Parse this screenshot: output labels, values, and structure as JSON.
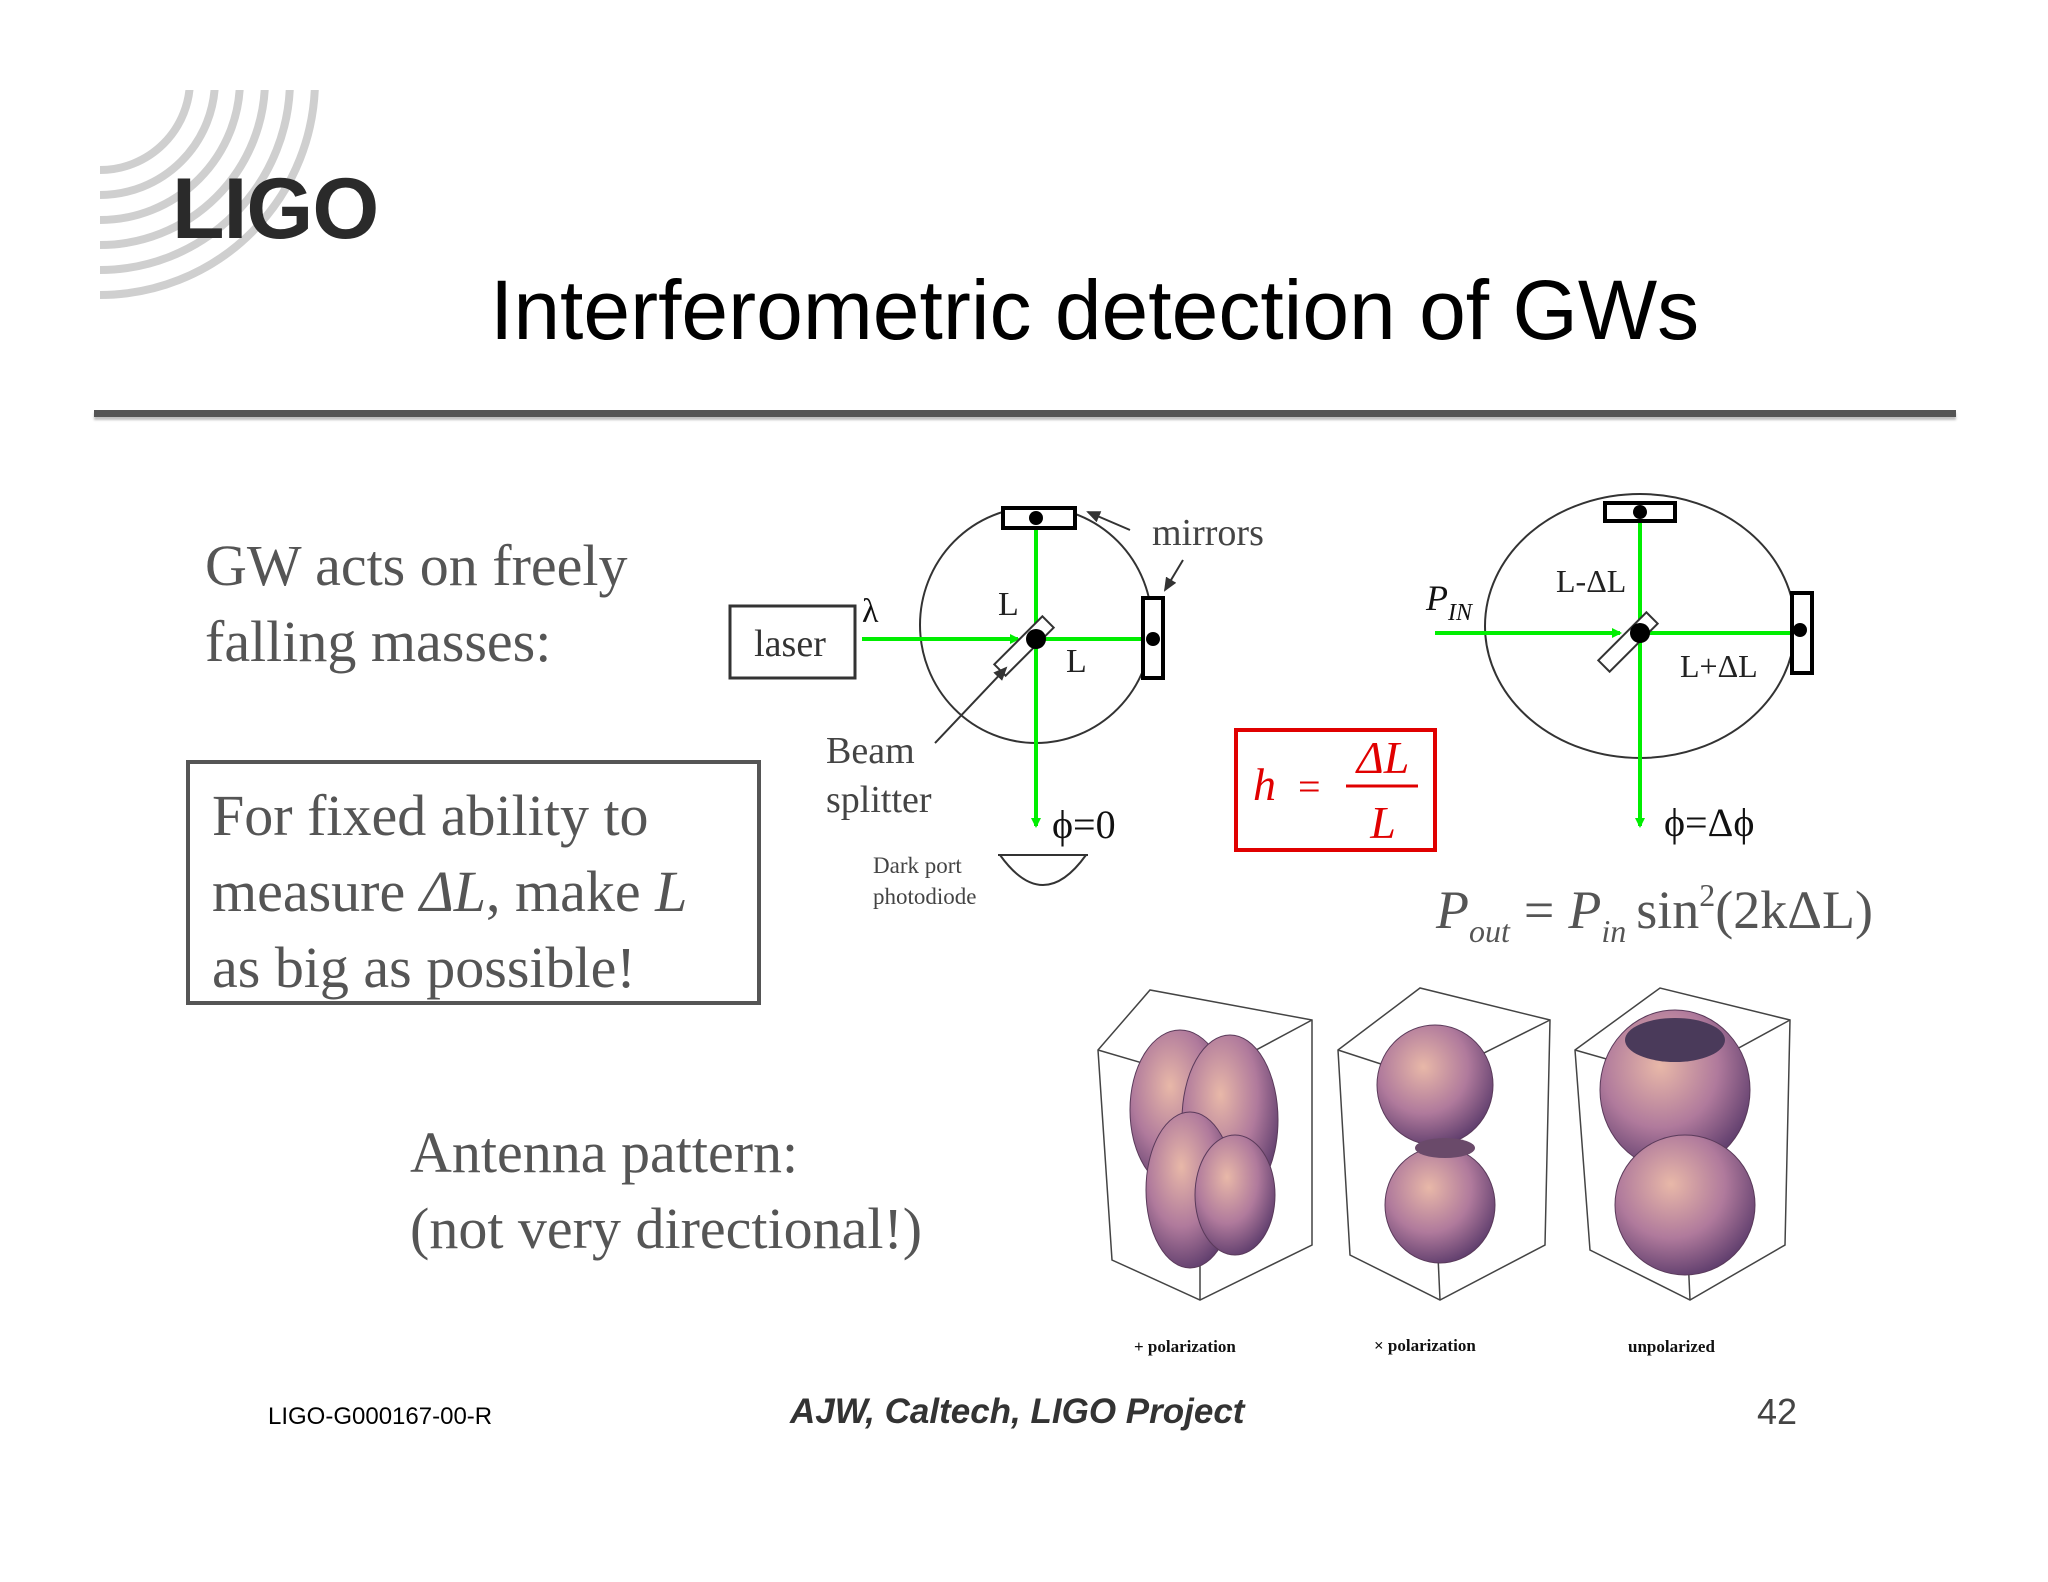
{
  "logo": {
    "text": "LIGO"
  },
  "title": "Interferometric detection of GWs",
  "intro": {
    "line1": "GW acts on freely",
    "line2": "falling masses:"
  },
  "fixed_box": {
    "line1": "For fixed ability to",
    "line2_pre": "measure ",
    "line2_var1": "ΔL",
    "line2_mid": ", make ",
    "line2_var2": "L",
    "line3": "as big as possible!"
  },
  "left_diagram": {
    "laser": "laser",
    "lambda": "λ",
    "arm_label_1": "L",
    "arm_label_2": "L",
    "mirrors": "mirrors",
    "beam_line1": "Beam",
    "beam_line2": "splitter",
    "phase": "ϕ=0",
    "dark_line1": "Dark port",
    "dark_line2": "photodiode"
  },
  "right_diagram": {
    "p_in": "P",
    "p_in_sub": "IN",
    "arm_minus": "L-ΔL",
    "arm_plus": "L+ΔL",
    "phase": "ϕ=Δϕ"
  },
  "strain_formula": {
    "h": "h",
    "eq": "=",
    "num": "ΔL",
    "den": "L"
  },
  "power_formula": {
    "p": "P",
    "p_sub": "out",
    "eq": "=",
    "p2": "P",
    "p2_sub": "in",
    "sin": "sin",
    "sup": "2",
    "arg": "(2kΔL)"
  },
  "antenna": {
    "line1": "Antenna pattern:",
    "line2": "(not very directional!)"
  },
  "polarizations": [
    "+ polarization",
    "× polarization",
    "unpolarized"
  ],
  "footer": {
    "doc_id": "LIGO-G000167-00-R",
    "credit": "AJW, Caltech, LIGO Project",
    "page": "42"
  },
  "colors": {
    "beam": "#00ee00",
    "formula": "#e00000",
    "lobe": "#b07a9c"
  }
}
